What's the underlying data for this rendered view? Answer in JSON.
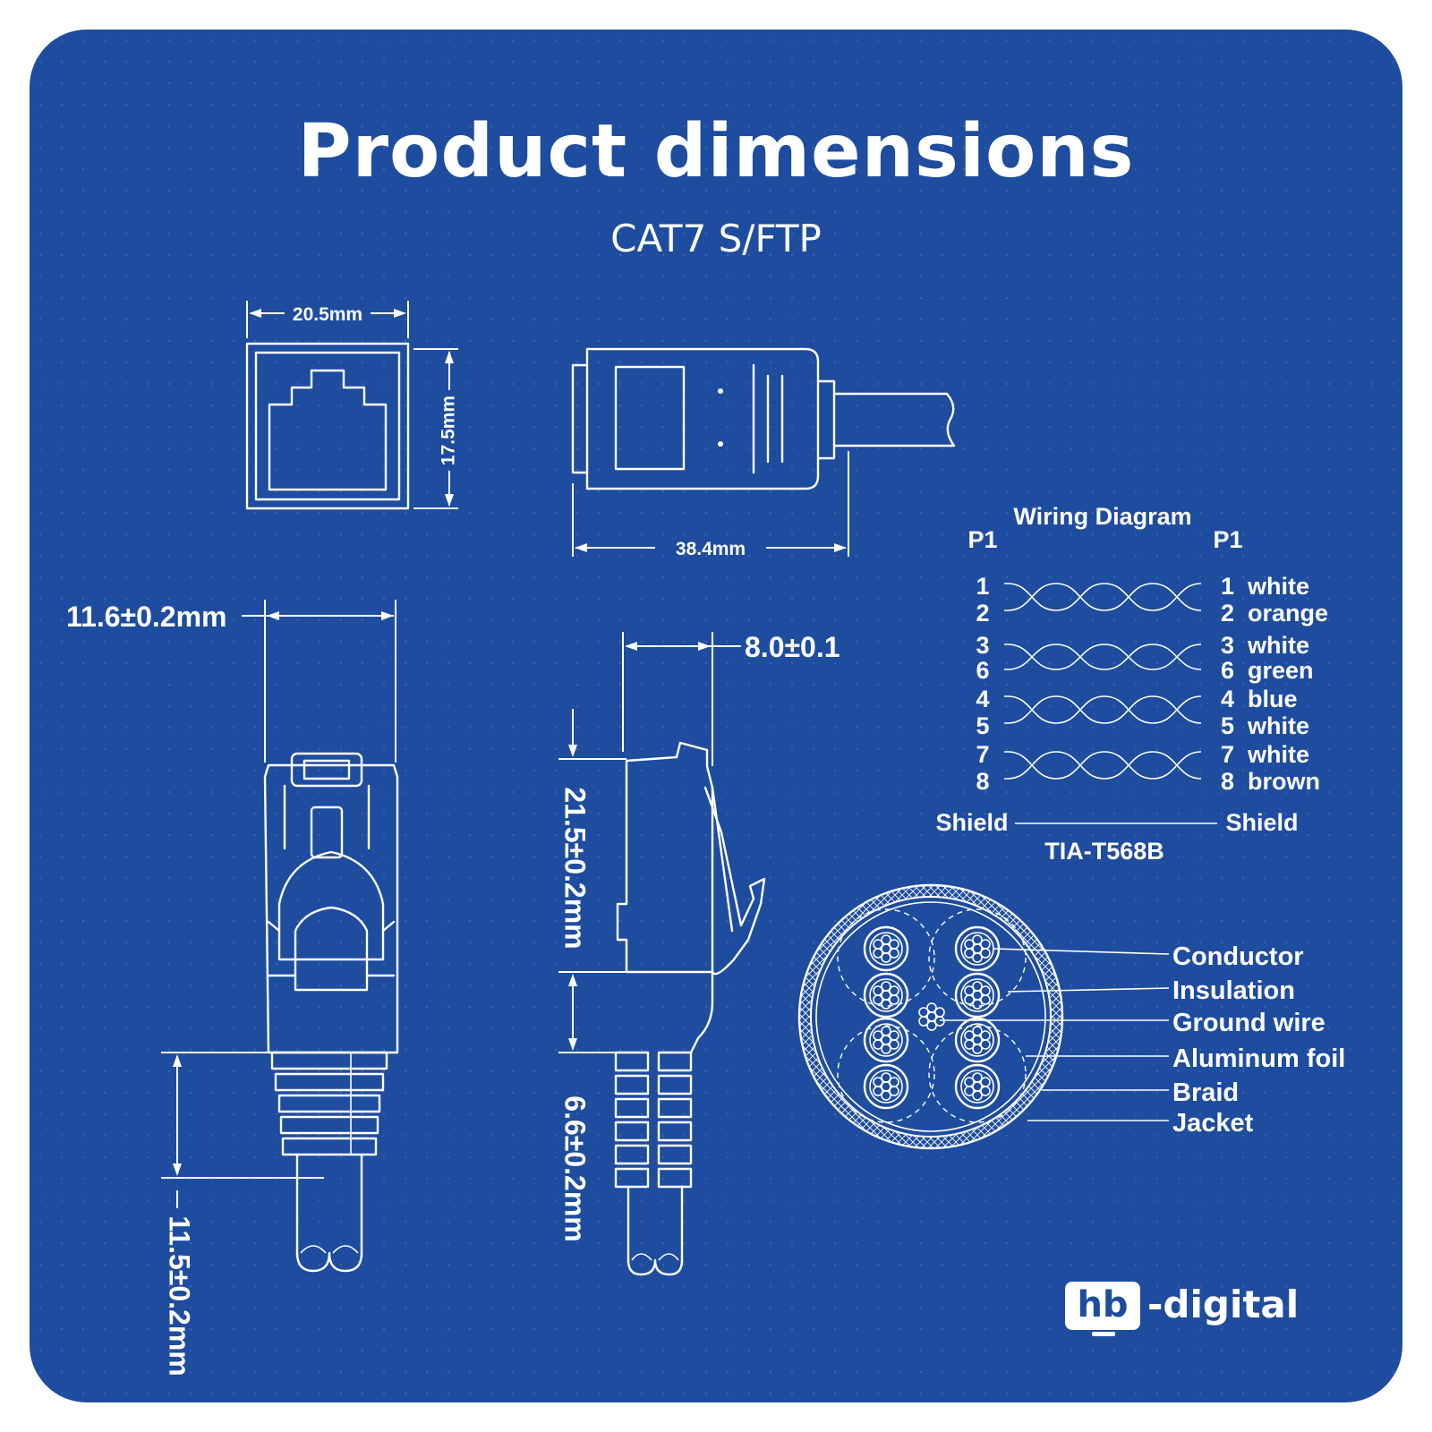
{
  "header": {
    "title": "Product dimensions",
    "subtitle": "CAT7 S/FTP"
  },
  "dimensions": {
    "front_width": "20.5mm",
    "front_height": "17.5mm",
    "side_length": "38.4mm",
    "boot_width": "11.6±0.2mm",
    "boot_bottom": "11.5±0.2mm",
    "plug_thickness": "8.0±0.1",
    "plug_length": "21.5±0.2mm",
    "boot_length": "6.6±0.2mm"
  },
  "wiring": {
    "title": "Wiring Diagram",
    "left_label": "P1",
    "right_label": "P1",
    "pairs": [
      {
        "left_a": "1",
        "left_b": "2",
        "right_a": "1  white",
        "right_b": "2  orange"
      },
      {
        "left_a": "3",
        "left_b": "6",
        "right_a": "3  white",
        "right_b": "6  green"
      },
      {
        "left_a": "4",
        "left_b": "5",
        "right_a": "4  blue",
        "right_b": "5  white"
      },
      {
        "left_a": "7",
        "left_b": "8",
        "right_a": "7  white",
        "right_b": "8  brown"
      }
    ],
    "shield_left": "Shield",
    "shield_right": "Shield",
    "standard": "TIA-T568B"
  },
  "cable_layers": [
    "Conductor",
    "Insulation",
    "Ground wire",
    "Aluminum foil",
    "Braid",
    "Jacket"
  ],
  "brand": {
    "box": "hb",
    "text": "-digital"
  },
  "colors": {
    "background": "#1e4c9f",
    "line": "#ffffff"
  }
}
